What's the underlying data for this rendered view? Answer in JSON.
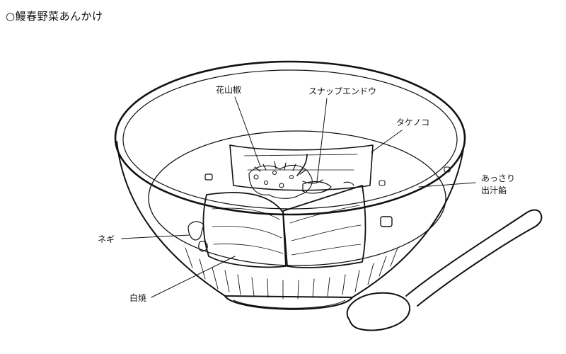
{
  "title": "○鰻春野菜あんかけ",
  "labels": {
    "sansho": "花山椒",
    "snap_peas": "スナップエンドウ",
    "bamboo": "タケノコ",
    "broth_line1": "あっさり",
    "broth_line2": "出汁餡",
    "negi": "ネギ",
    "shirayaki": "白焼"
  },
  "colors": {
    "ink": "#111111",
    "paper": "#ffffff"
  }
}
